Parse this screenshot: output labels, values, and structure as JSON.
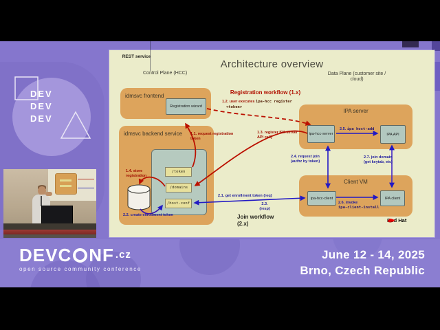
{
  "slide": {
    "title": "Architecture overview",
    "control_plane": "Control Plane (HCC)",
    "data_plane_line1": "Data Plane (customer site /",
    "data_plane_line2": "cloud)",
    "registration_workflow": "Registration workflow (1.x)",
    "join_workflow_line1": "Join workflow",
    "join_workflow_line2": "(2.x)",
    "frontend": {
      "title": "idmsvc frontend",
      "wizard": "Registration wizard"
    },
    "backend": {
      "title": "idmsvc backend service",
      "rest_title": "REST service",
      "endpoints": [
        "/token",
        "/domains",
        "/host-conf"
      ],
      "db": "DB"
    },
    "ipa_server": {
      "title": "IPA server",
      "hcc_server": "ipa-hcc-server",
      "ipa_api": "IPA API"
    },
    "client_vm": {
      "title": "Client VM",
      "hcc_client": "ipa-hcc-client",
      "ipa_client": "IPA client"
    },
    "steps": {
      "s11_line1": "1.1. request registration",
      "s11_line2": "token",
      "s12_pre": "1.2. user executes ",
      "s12_cmd": "ipa-hcc register",
      "s12_arg": "<token>",
      "s13_line1": "1.3. register IPA server",
      "s13_line2": "API call)",
      "s14_line1": "1.4. store",
      "s14_line2": "registration",
      "s21": "2.1. get enrollment token (req)",
      "s22": "2.2. create enrollment token",
      "s23_line1": "2.3.",
      "s23_line2": "(resp)",
      "s24_line1": "2.4. request join",
      "s24_line2": "(authz by token)",
      "s25_pre": "2.5. ",
      "s25_cmd": "ipa host-add",
      "s26_line1": "2.6. invoke",
      "s26_cmd": "ipa-client-install",
      "s27_line1": "2.7. join domain",
      "s27_line2": "(get keytab, etc)"
    },
    "vendor": "Red Hat"
  },
  "branding": {
    "dev_rows": [
      "DEV",
      "DEV",
      "DEV"
    ]
  },
  "footer": {
    "logo_prefix": "DEVC",
    "logo_suffix": "NF",
    "logo_tld": ".cz",
    "tagline": "open source community conference",
    "date": "June 12 - 14, 2025",
    "location": "Brno, Czech Republic"
  },
  "colors": {
    "stage_purple": "#8576cd",
    "footer_purple": "#8b7ed1",
    "slide_background": "#ebecca",
    "box_orange": "#dda45c",
    "component_teal": "#b2c8bf",
    "endpoint_yellow": "#e7e09c",
    "arrow_red": "#bb1100",
    "arrow_blue": "#2219c4"
  }
}
